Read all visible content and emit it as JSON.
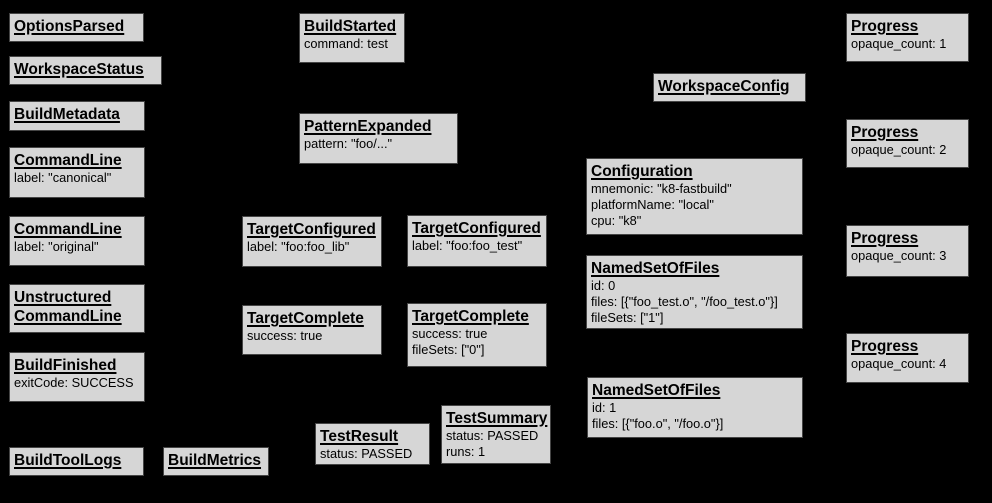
{
  "colors": {
    "background": "#000000",
    "node_fill": "#d6d6d6",
    "node_border": "#454545",
    "text": "#000000"
  },
  "nodes": {
    "optionsParsed": {
      "title": "OptionsParsed"
    },
    "workspaceStatus": {
      "title": "WorkspaceStatus"
    },
    "buildMetadata": {
      "title": "BuildMetadata"
    },
    "commandLineCanonical": {
      "title": "CommandLine",
      "body": "label: \"canonical\""
    },
    "commandLineOriginal": {
      "title": "CommandLine",
      "body": "label: \"original\""
    },
    "unstructuredCommandLine": {
      "title": "Unstructured\nCommandLine"
    },
    "buildFinished": {
      "title": "BuildFinished",
      "body": "exitCode: SUCCESS"
    },
    "buildToolLogs": {
      "title": "BuildToolLogs"
    },
    "buildMetrics": {
      "title": "BuildMetrics"
    },
    "buildStarted": {
      "title": "BuildStarted",
      "body": "command: test"
    },
    "patternExpanded": {
      "title": "PatternExpanded",
      "body": "pattern: \"foo/...\""
    },
    "targetConfiguredLib": {
      "title": "TargetConfigured",
      "body": "label: \"foo:foo_lib\""
    },
    "targetConfiguredTest": {
      "title": "TargetConfigured",
      "body": "label: \"foo:foo_test\""
    },
    "targetCompleteLib": {
      "title": "TargetComplete",
      "body": "success: true"
    },
    "targetCompleteTest": {
      "title": "TargetComplete",
      "body": "success: true\nfileSets: [\"0\"]"
    },
    "testResult": {
      "title": "TestResult",
      "body": "status: PASSED"
    },
    "testSummary": {
      "title": "TestSummary",
      "body": "status: PASSED\nruns: 1"
    },
    "workspaceConfig": {
      "title": "WorkspaceConfig"
    },
    "configuration": {
      "title": "Configuration",
      "body": "mnemonic: \"k8-fastbuild\"\nplatformName: \"local\"\ncpu: \"k8\""
    },
    "namedSetOfFiles0": {
      "title": "NamedSetOfFiles",
      "body": "id: 0\nfiles: [{\"foo_test.o\", \"/foo_test.o\"}]\nfileSets: [\"1\"]"
    },
    "namedSetOfFiles1": {
      "title": "NamedSetOfFiles",
      "body": "id: 1\nfiles: [{\"foo.o\", \"/foo.o\"}]"
    },
    "progress1": {
      "title": "Progress",
      "body": "opaque_count: 1"
    },
    "progress2": {
      "title": "Progress",
      "body": "opaque_count: 2"
    },
    "progress3": {
      "title": "Progress",
      "body": "opaque_count: 3"
    },
    "progress4": {
      "title": "Progress",
      "body": "opaque_count: 4"
    }
  }
}
